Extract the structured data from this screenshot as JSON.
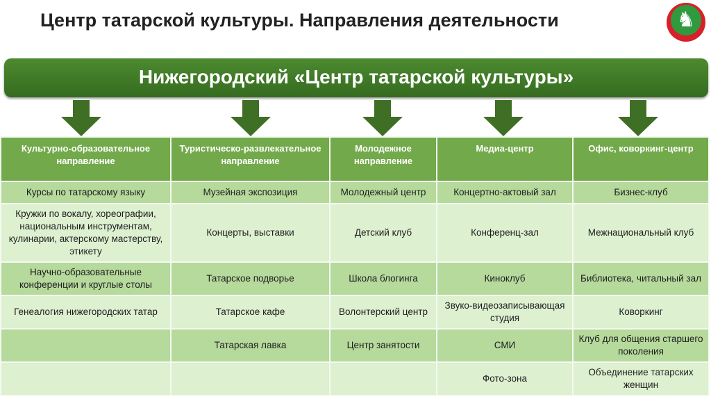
{
  "title": "Центр татарской культуры. Направления деятельности",
  "banner": "Нижегородский «Центр татарской культуры»",
  "columns": [
    "Культурно-образовательное направление",
    "Туристическо-развлекательное направление",
    "Молодежное направление",
    "Медиа-центр",
    "Офис, коворкинг-центр"
  ],
  "rows": [
    [
      "Курсы по татарскому языку",
      "Музейная экспозиция",
      "Молодежный центр",
      "Концертно-актовый зал",
      "Бизнес-клуб"
    ],
    [
      "Кружки по вокалу, хореографии, национальным инструментам, кулинарии, актерскому мастерству, этикету",
      "Концерты, выставки",
      "Детский клуб",
      "Конференц-зал",
      "Межнациональный клуб"
    ],
    [
      "Научно-образовательные конференции и круглые столы",
      "Татарское подворье",
      "Школа блогинга",
      "Киноклуб",
      "Библиотека, читальный зал"
    ],
    [
      "Генеалогия нижегородских татар",
      "Татарское кафе",
      "Волонтерский центр",
      "Звуко-видеозаписывающая студия",
      "Коворкинг"
    ],
    [
      "",
      "Татарская лавка",
      "Центр занятости",
      "СМИ",
      "Клуб для общения старшего поколения"
    ],
    [
      "",
      "",
      "",
      "Фото-зона",
      "Объединение татарских женщин"
    ]
  ]
}
